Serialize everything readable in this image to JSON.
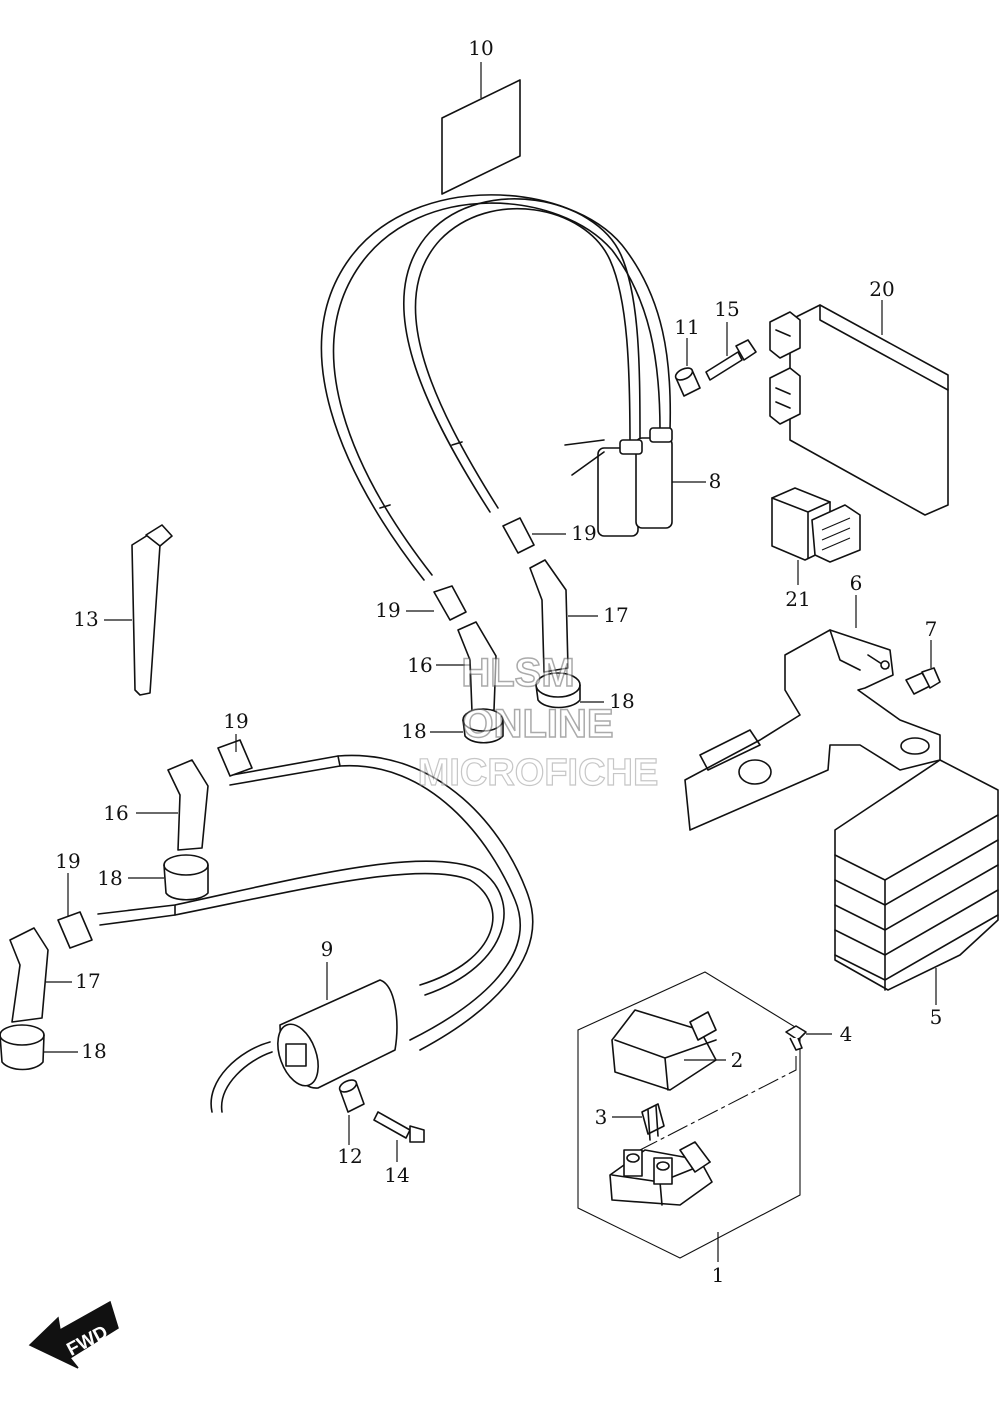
{
  "watermark": {
    "line1": "HLSM",
    "line2": "ONLINE",
    "line3": "MICROFICHE"
  },
  "direction_label": "FWD",
  "callouts": [
    {
      "id": "c10",
      "label": "10"
    },
    {
      "id": "c20",
      "label": "20"
    },
    {
      "id": "c15",
      "label": "15"
    },
    {
      "id": "c11",
      "label": "11"
    },
    {
      "id": "c8",
      "label": "8"
    },
    {
      "id": "c19a",
      "label": "19"
    },
    {
      "id": "c21",
      "label": "21"
    },
    {
      "id": "c6",
      "label": "6"
    },
    {
      "id": "c7",
      "label": "7"
    },
    {
      "id": "c13",
      "label": "13"
    },
    {
      "id": "c19b",
      "label": "19"
    },
    {
      "id": "c17a",
      "label": "17"
    },
    {
      "id": "c16a",
      "label": "16"
    },
    {
      "id": "c18a",
      "label": "18"
    },
    {
      "id": "c18b",
      "label": "18"
    },
    {
      "id": "c19c",
      "label": "19"
    },
    {
      "id": "c16b",
      "label": "16"
    },
    {
      "id": "c18c",
      "label": "18"
    },
    {
      "id": "c19d",
      "label": "19"
    },
    {
      "id": "c17b",
      "label": "17"
    },
    {
      "id": "c18d",
      "label": "18"
    },
    {
      "id": "c9",
      "label": "9"
    },
    {
      "id": "c5",
      "label": "5"
    },
    {
      "id": "c4",
      "label": "4"
    },
    {
      "id": "c2",
      "label": "2"
    },
    {
      "id": "c3",
      "label": "3"
    },
    {
      "id": "c12",
      "label": "12"
    },
    {
      "id": "c14",
      "label": "14"
    },
    {
      "id": "c1",
      "label": "1"
    }
  ]
}
